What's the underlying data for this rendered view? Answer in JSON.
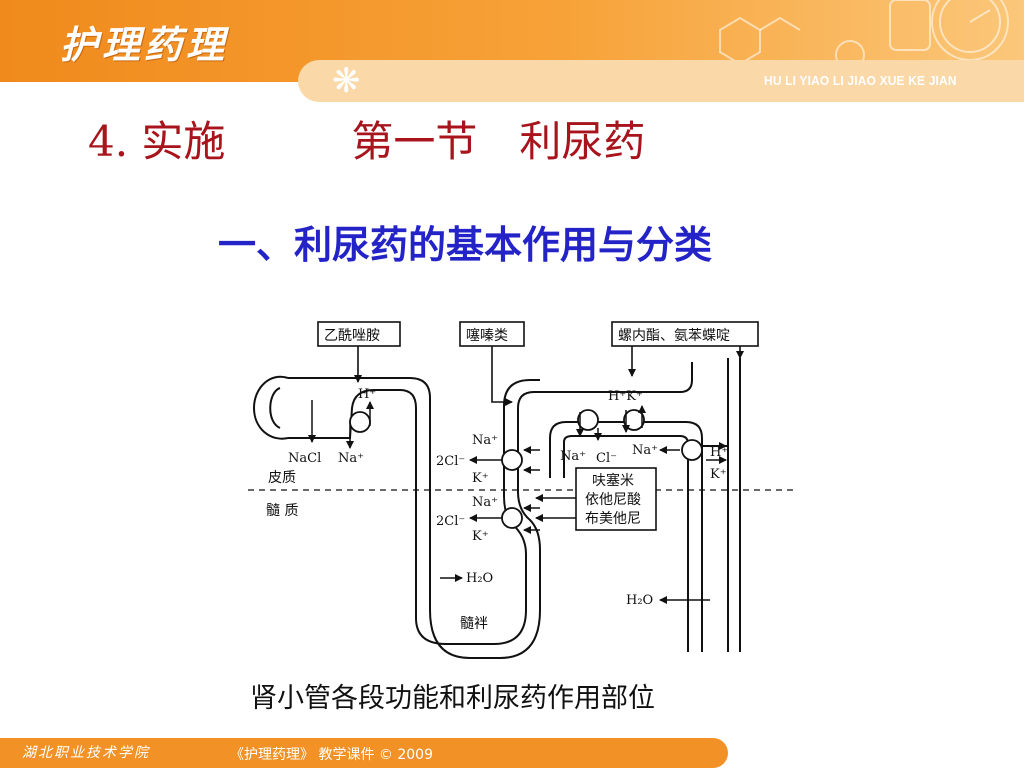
{
  "header": {
    "logo_text": "护理药理",
    "pinyin": "HU LI YIAO LI JIAO XUE KE JIAN",
    "flower_icon": "flower-icon"
  },
  "slide": {
    "title": "4. 实施　　　第一节　利尿药",
    "subtitle": "一、利尿药的基本作用与分类",
    "caption": "肾小管各段功能和利尿药作用部位"
  },
  "diagram": {
    "box_acetazolamide": "乙酰唑胺",
    "box_thiazide": "噻嗪类",
    "box_spironolactone": "螺内酯、氨苯蝶啶",
    "box_loop_line1": "呋塞米",
    "box_loop_line2": "依他尼酸",
    "box_loop_line3": "布美他尼",
    "nacl": "NaCl",
    "na": "Na⁺",
    "h": "H⁺",
    "hk": "H⁺K⁺",
    "k": "K⁺",
    "cl2": "2Cl⁻",
    "cl": "Cl⁻",
    "cortex": "皮质",
    "medulla": "髓 质",
    "loop": "髓袢",
    "h2o": "H₂O"
  },
  "footer": {
    "school": "湖北职业技术学院",
    "notice": "《护理药理》 教学课件 © 2009"
  },
  "colors": {
    "header_orange": "#f08a1c",
    "title_red": "#a8141c",
    "subtitle_blue": "#2323c8"
  }
}
